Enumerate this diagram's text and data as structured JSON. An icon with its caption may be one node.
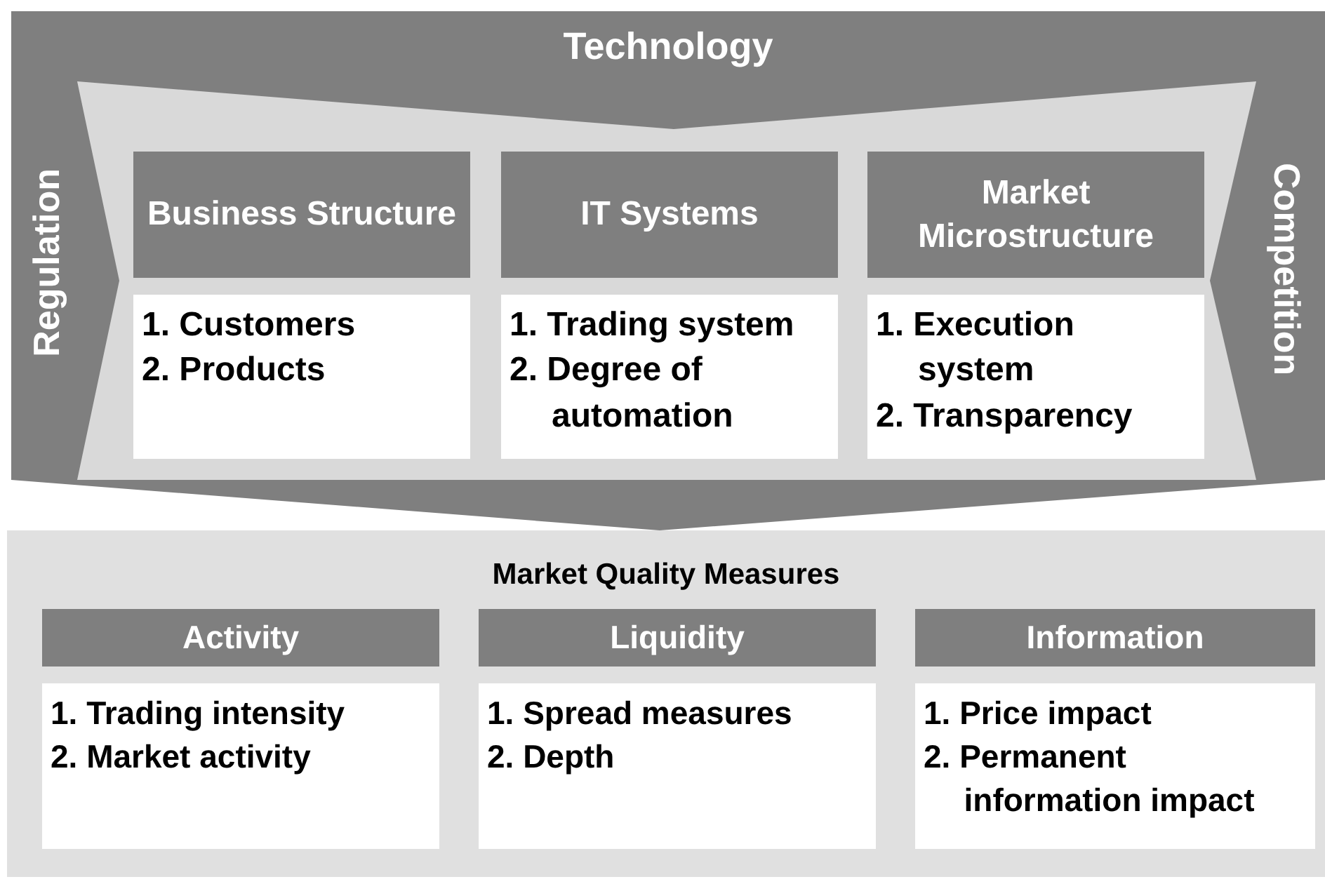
{
  "diagram": {
    "nodes": [
      {
        "text": [
          "Technology",
          "Regulation",
          "Competition"
        ]
      },
      {
        "text": [
          "Business Structure",
          "1. Customers",
          "2. Products"
        ],
        "in": 0
      },
      {
        "text": [
          "IT Systems",
          "1. Trading system",
          "2. Degree of automation"
        ],
        "in": 0
      },
      {
        "text": [
          "Market Microstructure",
          "1. Execution system",
          "2. Transparency"
        ],
        "in": 0
      },
      {
        "text": [
          "Market Quality Measures"
        ]
      },
      {
        "text": [
          "Activity",
          "1. Trading intensity",
          "2. Market activity"
        ],
        "in": 4
      },
      {
        "text": [
          "Liquidity",
          "1. Spread measures",
          "2. Depth"
        ],
        "in": 4
      },
      {
        "text": [
          "Information",
          "1. Price impact",
          "2. Permanent information impact"
        ],
        "in": 4
      }
    ],
    "edges": [
      {
        "from": 0,
        "to": 4,
        "arrow": "to"
      }
    ]
  }
}
